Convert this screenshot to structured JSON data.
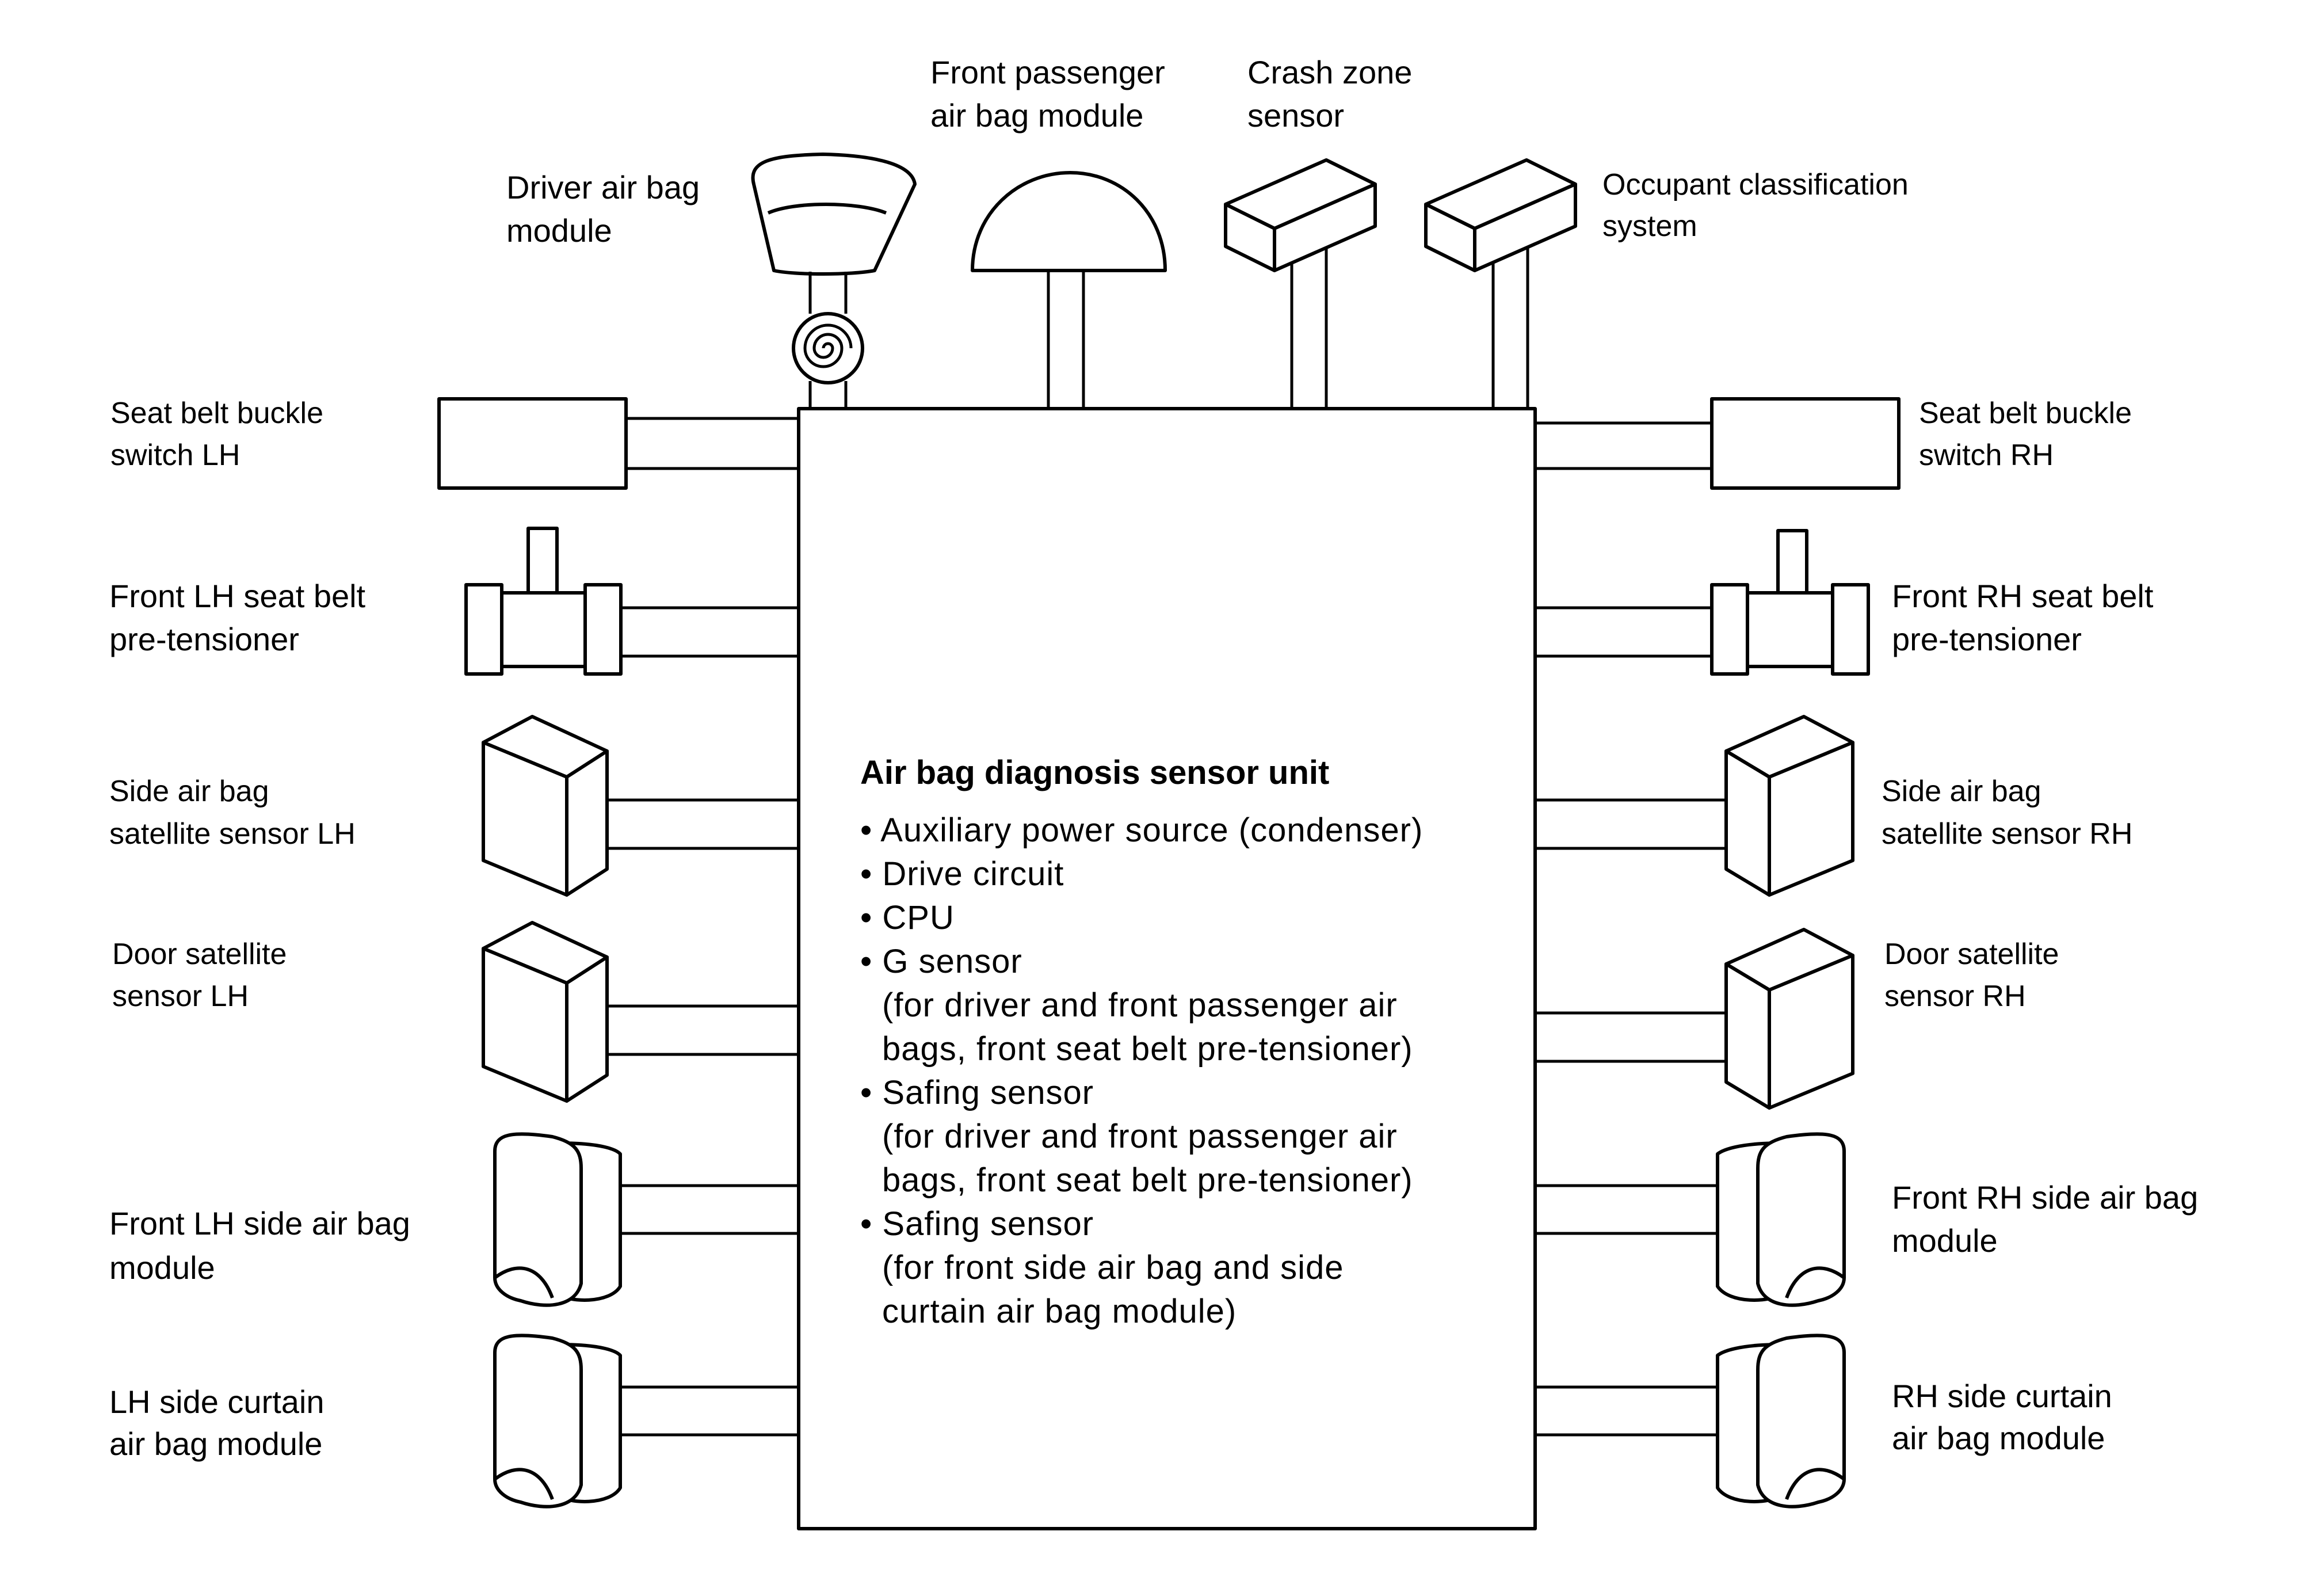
{
  "labels": {
    "driver_airbag": [
      "Driver air bag",
      "module"
    ],
    "front_passenger_airbag": [
      "Front passenger",
      "air bag module"
    ],
    "crash_zone_sensor": [
      "Crash zone",
      "sensor"
    ],
    "occupant_classification": [
      "Occupant classification",
      "system"
    ],
    "seat_belt_buckle_lh": [
      "Seat belt buckle",
      "switch LH"
    ],
    "seat_belt_buckle_rh": [
      "Seat belt buckle",
      "switch RH"
    ],
    "front_lh_pretensioner": [
      "Front LH seat belt",
      "pre-tensioner"
    ],
    "front_rh_pretensioner": [
      "Front RH seat belt",
      "pre-tensioner"
    ],
    "side_satellite_lh": [
      "Side air bag",
      "satellite sensor LH"
    ],
    "side_satellite_rh": [
      "Side air bag",
      "satellite sensor RH"
    ],
    "door_satellite_lh": [
      "Door satellite",
      "sensor LH"
    ],
    "door_satellite_rh": [
      "Door satellite",
      "sensor RH"
    ],
    "front_lh_side_airbag": [
      "Front LH side air bag",
      "module"
    ],
    "front_rh_side_airbag": [
      "Front RH side air bag",
      "module"
    ],
    "lh_curtain": [
      "LH side curtain",
      "air bag module"
    ],
    "rh_curtain": [
      "RH side curtain",
      "air bag module"
    ]
  },
  "unit": {
    "title": "Air bag diagnosis sensor unit",
    "lines": [
      "• Auxiliary power source (condenser)",
      "• Drive circuit",
      "• CPU",
      "• G sensor",
      "(for driver and front passenger air",
      "bags, front seat belt pre-tensioner)",
      "• Safing sensor",
      "(for driver and front passenger air",
      "bags, front seat belt pre-tensioner)",
      "• Safing sensor",
      "(for front side air bag and side",
      "curtain air bag module)"
    ]
  }
}
